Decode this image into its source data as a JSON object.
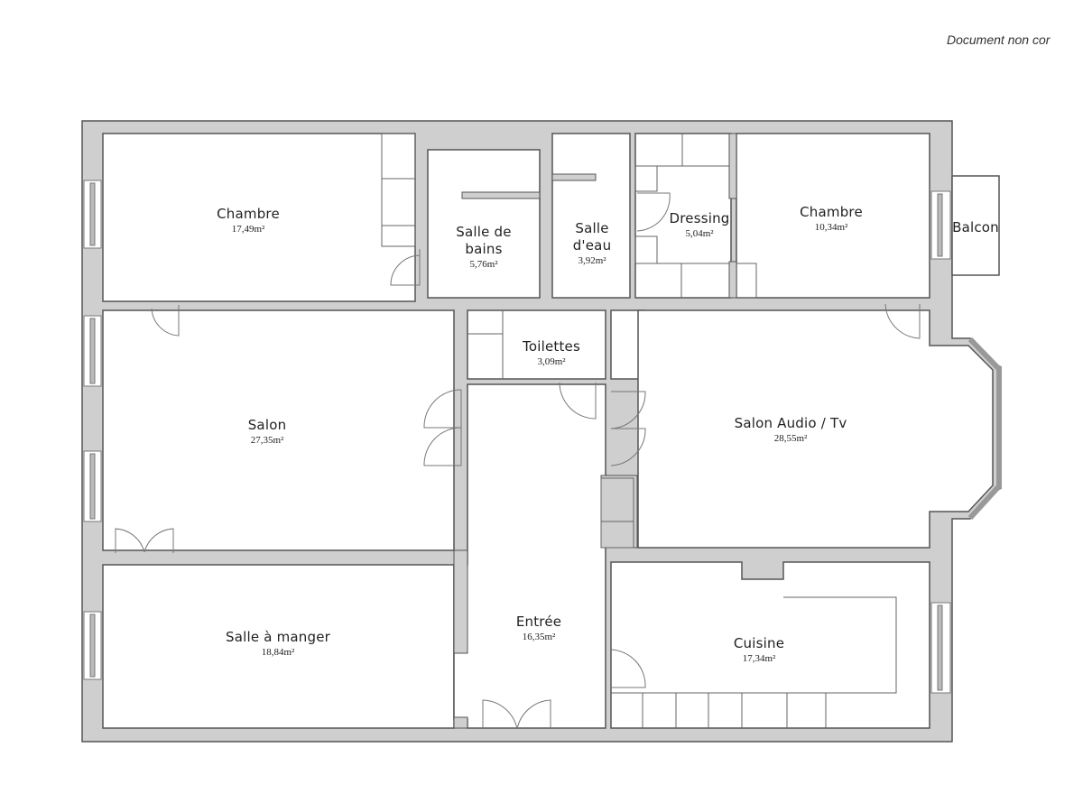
{
  "header": {
    "disclaimer": "Document non cor"
  },
  "colors": {
    "wall": "#cfcfcf",
    "wall_edge": "#555555",
    "room": "#ffffff",
    "line": "#666666"
  },
  "rooms": [
    {
      "id": "chambre-1",
      "name": "Chambre",
      "area": "17,49m²"
    },
    {
      "id": "salle-de-bains",
      "name": "Salle de bains",
      "name_line1": "Salle de",
      "name_line2": "bains",
      "area": "5,76m²"
    },
    {
      "id": "salle-deau",
      "name": "Salle d'eau",
      "name_line1": "Salle",
      "name_line2": "d'eau",
      "area": "3,92m²"
    },
    {
      "id": "dressing",
      "name": "Dressing",
      "area": "5,04m²"
    },
    {
      "id": "chambre-2",
      "name": "Chambre",
      "area": "10,34m²"
    },
    {
      "id": "balcon",
      "name": "Balcon",
      "area": ""
    },
    {
      "id": "toilettes",
      "name": "Toilettes",
      "area": "3,09m²"
    },
    {
      "id": "salon",
      "name": "Salon",
      "area": "27,35m²"
    },
    {
      "id": "salon-audio-tv",
      "name": "Salon Audio / Tv",
      "area": "28,55m²"
    },
    {
      "id": "salle-a-manger",
      "name": "Salle à manger",
      "area": "18,84m²"
    },
    {
      "id": "entree",
      "name": "Entrée",
      "area": "16,35m²"
    },
    {
      "id": "cuisine",
      "name": "Cuisine",
      "area": "17,34m²"
    }
  ]
}
